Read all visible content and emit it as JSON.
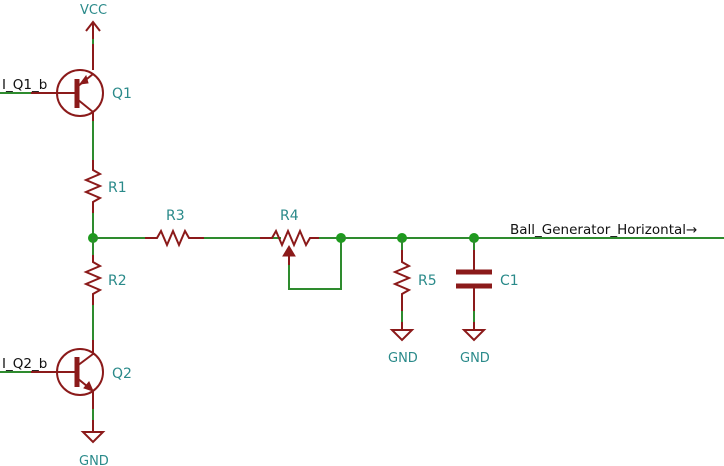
{
  "schematic": {
    "power": {
      "vcc_label": "VCC",
      "gnd_labels": [
        "GND",
        "GND",
        "GND"
      ]
    },
    "components": {
      "Q1": {
        "ref": "Q1",
        "type": "PNP transistor"
      },
      "Q2": {
        "ref": "Q2",
        "type": "NPN transistor"
      },
      "R1": {
        "ref": "R1",
        "type": "resistor"
      },
      "R2": {
        "ref": "R2",
        "type": "resistor"
      },
      "R3": {
        "ref": "R3",
        "type": "resistor"
      },
      "R4": {
        "ref": "R4",
        "type": "potentiometer"
      },
      "R5": {
        "ref": "R5",
        "type": "resistor"
      },
      "C1": {
        "ref": "C1",
        "type": "capacitor"
      }
    },
    "nets": {
      "q1_base": "I_Q1_b",
      "q2_base": "I_Q2_b",
      "output": "Ball_Generator_Horizontal→"
    },
    "colors": {
      "wire": "#2e8b2e",
      "component": "#8b1a1a",
      "junction": "#1e9a1e",
      "reference_text": "#2a8a8a",
      "net_text": "#111111"
    }
  }
}
